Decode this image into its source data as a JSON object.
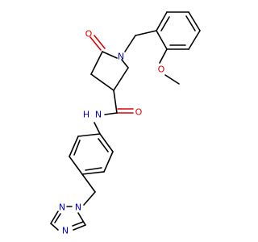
{
  "atoms": {
    "o_ketone": "O",
    "n_ring": "N",
    "o_methoxy": "O",
    "o_amide": "O",
    "n_amide": "N",
    "h_amide": "H",
    "n_tz1": "N",
    "n_tz2": "N",
    "n_tz4": "N"
  },
  "colors": {
    "carbon": "#000000",
    "oxygen": "#e00000",
    "nitrogen": "#0000e0"
  }
}
